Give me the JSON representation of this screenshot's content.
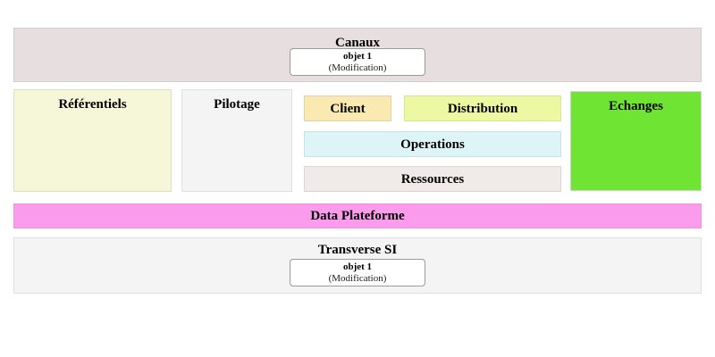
{
  "sections": {
    "canaux": {
      "label": "Canaux"
    },
    "referentiels": {
      "label": "Référentiels"
    },
    "pilotage": {
      "label": "Pilotage"
    },
    "client": {
      "label": "Client"
    },
    "distribution": {
      "label": "Distribution"
    },
    "operations": {
      "label": "Operations"
    },
    "ressources": {
      "label": "Ressources"
    },
    "echanges": {
      "label": "Echanges"
    },
    "data_plateforme": {
      "label": "Data Plateforme"
    },
    "transverse_si": {
      "label": "Transverse SI"
    }
  },
  "objects": {
    "canaux_object": {
      "title": "objet 1",
      "subtitle": "(Modification)"
    },
    "transverse_object": {
      "title": "objet 1",
      "subtitle": "(Modification)"
    }
  },
  "colors": {
    "canaux_bg": "#e7dfdf",
    "referentiels_bg": "#f5f7d8",
    "pilotage_bg": "#f5f4f4",
    "client_bg": "#fbe9b2",
    "distribution_bg": "#edf9a2",
    "operations_bg": "#ddf5f7",
    "ressources_bg": "#f0eaea",
    "echanges_bg": "#70e432",
    "data_plateforme_bg": "#fa9beb",
    "transverse_bg": "#f4f4f4",
    "object_card_bg": "#ffffff",
    "object_card_border": "#9a9a9a"
  }
}
